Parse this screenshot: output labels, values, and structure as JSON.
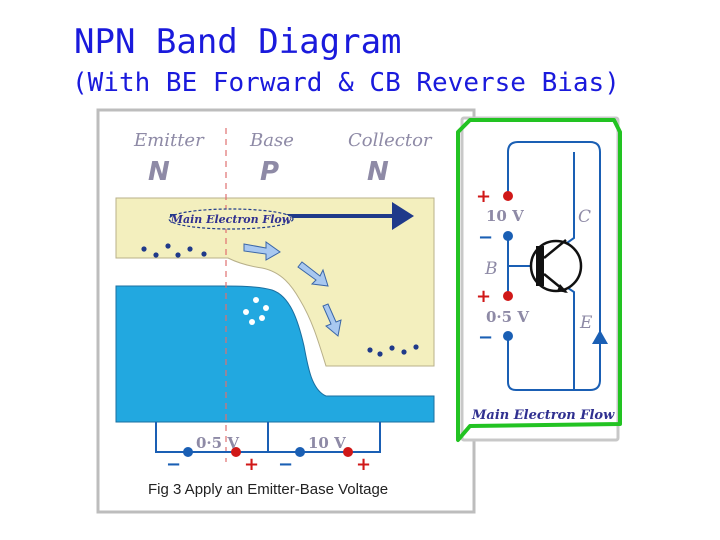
{
  "title": "NPN Band Diagram",
  "subtitle": "(With BE Forward & CB Reverse Bias)",
  "band_diagram": {
    "regions": [
      {
        "name": "Emitter",
        "type": "N"
      },
      {
        "name": "Base",
        "type": "P"
      },
      {
        "name": "Collector",
        "type": "N"
      }
    ],
    "flow_label": "Main Electron Flow",
    "bottom_voltages": [
      {
        "value": "0·5 V",
        "minus": "−",
        "plus": "+"
      },
      {
        "value": "10 V",
        "minus": "−",
        "plus": "+"
      }
    ],
    "caption": "Fig 3 Apply an Emitter-Base Voltage"
  },
  "circuit": {
    "top_supply": {
      "plus": "+",
      "value": "10 V",
      "minus": "−"
    },
    "bottom_supply": {
      "plus": "+",
      "value": "0·5 V",
      "minus": "−"
    },
    "terminals": {
      "collector": "C",
      "base": "B",
      "emitter": "E"
    },
    "flow_label": "Main Electron Flow"
  },
  "colors": {
    "title": "#1a1adc",
    "conduction_band": "#f3efbe",
    "valence_band": "#22a8e0",
    "frame_green": "#22c322",
    "wire_blue": "#1a5fb4",
    "terminal_red": "#d01818",
    "terminal_blue": "#1a5fb4"
  }
}
